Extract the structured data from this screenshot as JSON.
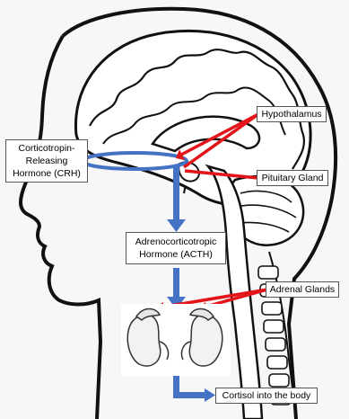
{
  "labels": {
    "crh": "Corticotropin-\nReleasing\nHormone (CRH)",
    "hypothalamus": "Hypothalamus",
    "pituitary": "Pituitary Gland",
    "acth": "Adrenocorticotropic\nHormone (ACTH)",
    "adrenal": "Adrenal Glands",
    "cortisol": "Cortisol into the body"
  },
  "colors": {
    "pointer_red": "#e3151a",
    "flow_blue": "#4472c4",
    "outline": "#111111"
  }
}
